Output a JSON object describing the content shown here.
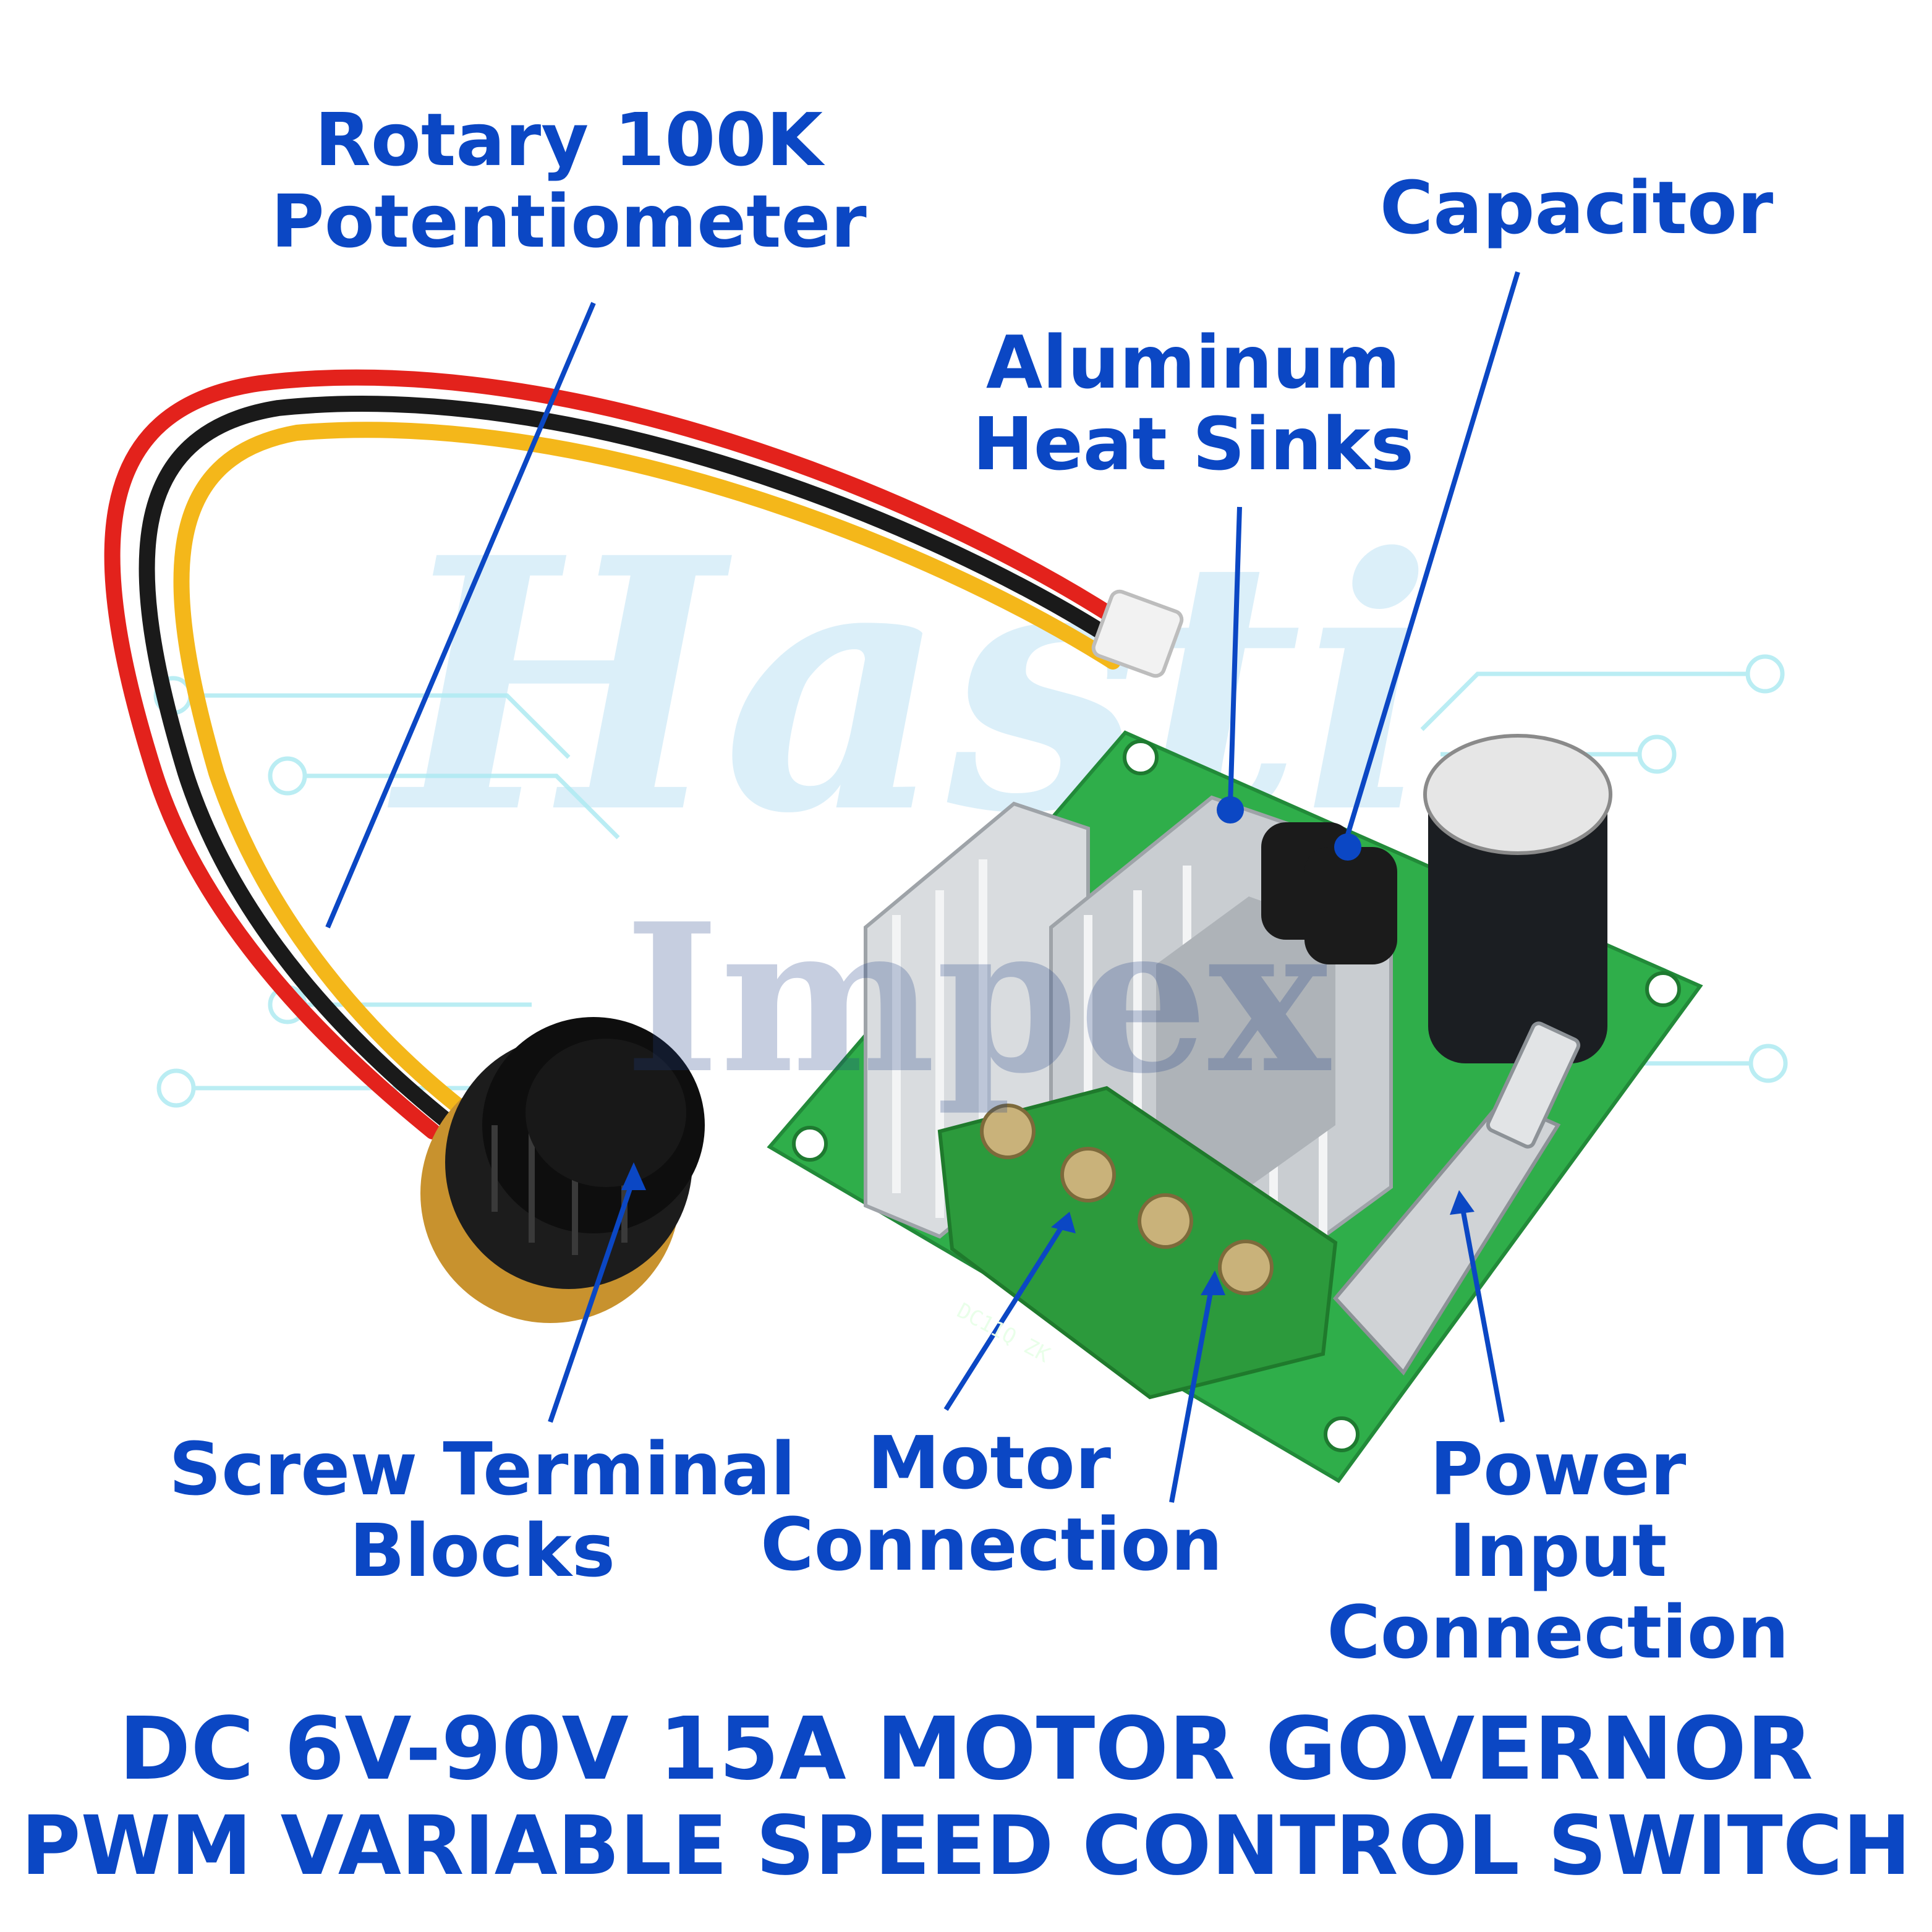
{
  "watermark": {
    "brand": "Hasti",
    "sub": "Impex"
  },
  "labels": {
    "potentiometer": [
      "Rotary 100K",
      "Potentiometer"
    ],
    "heat_sinks": [
      "Aluminum",
      "Heat Sinks"
    ],
    "capacitor": [
      "Capacitor"
    ],
    "terminal_blocks": [
      "Screw Terminal",
      "Blocks"
    ],
    "motor_connection": [
      "Motor",
      "Connection"
    ],
    "power_input": [
      "Power",
      "Input",
      "Connection"
    ]
  },
  "title": {
    "line1": "DC 6V-90V 15A MOTOR GOVERNOR",
    "line2": "PWM VARIABLE SPEED CONTROL SWITCH"
  },
  "board_silkscreen": "DC11Q ZK",
  "colors": {
    "label_blue": "#0b47c4",
    "pcb_green": "#2fae4a",
    "terminal_green": "#2c9a3c",
    "wire_red": "#e3221c",
    "wire_black": "#1a1a1a",
    "wire_yellow": "#f4b71a"
  }
}
